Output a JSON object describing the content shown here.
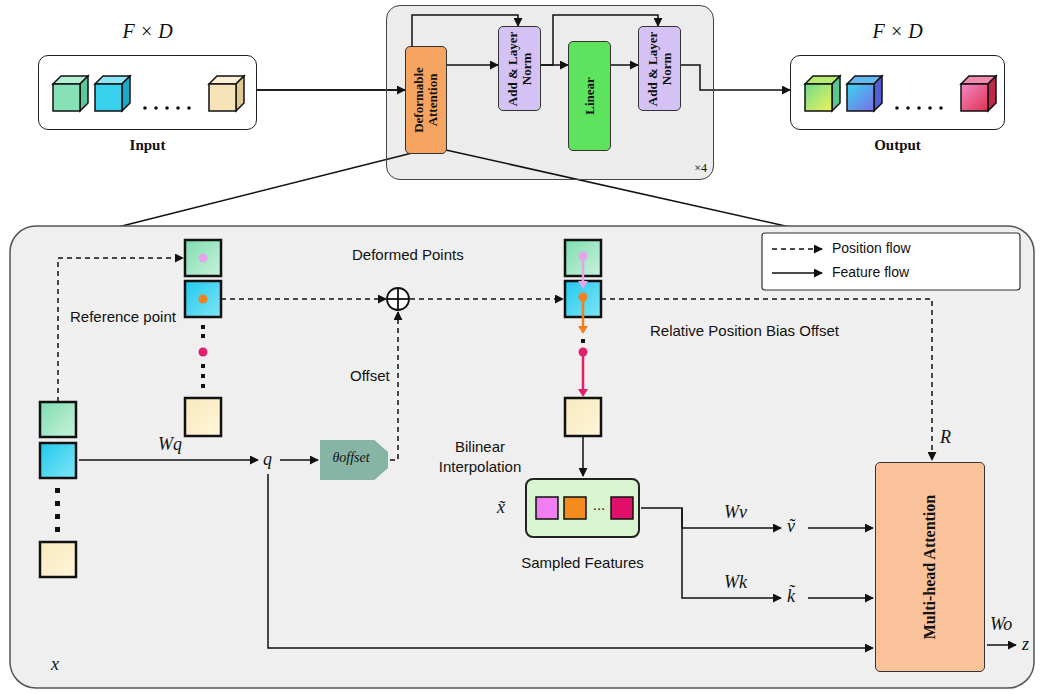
{
  "diagram": {
    "nodes": [
      {
        "text": [
          "F × D",
          "Input"
        ]
      },
      {
        "text": [
          "×4"
        ]
      },
      {
        "text": [
          "Deformable Attention"
        ],
        "in": 1
      },
      {
        "text": [
          "Add & Layer Norm"
        ],
        "in": 1
      },
      {
        "text": [
          "Linear"
        ],
        "in": 1
      },
      {
        "text": [
          "Add & Layer Norm"
        ],
        "in": 1
      },
      {
        "text": [
          "F × D",
          "Output"
        ]
      },
      {
        "text": [
          "θoffset"
        ]
      },
      {
        "text": [
          "...",
          "Sampled Features"
        ]
      },
      {
        "text": [
          "Multi-head Attention"
        ]
      }
    ],
    "edges": [
      {
        "from": 0,
        "to": 2,
        "arrow": "to"
      },
      {
        "from": 0,
        "to": 3,
        "arrow": "to"
      },
      {
        "from": 2,
        "to": 3,
        "arrow": "to"
      },
      {
        "from": 3,
        "to": 4,
        "arrow": "to"
      },
      {
        "from": 3,
        "to": 5,
        "arrow": "to"
      },
      {
        "from": 4,
        "to": 5,
        "arrow": "to"
      },
      {
        "from": 5,
        "to": 6,
        "arrow": "to"
      }
    ],
    "labels": [
      "Reference point",
      "Deformed Points",
      "Offset",
      "Relative Position Bias Offset",
      "Bilinear Interpolation",
      "Wq",
      "q",
      "x",
      "Wv",
      "ṽ",
      "Wk",
      "k̃",
      "R",
      "Wo",
      "z",
      "x̃"
    ],
    "legend": [
      {
        "text": "Position flow"
      },
      {
        "text": "Feature flow"
      }
    ]
  }
}
